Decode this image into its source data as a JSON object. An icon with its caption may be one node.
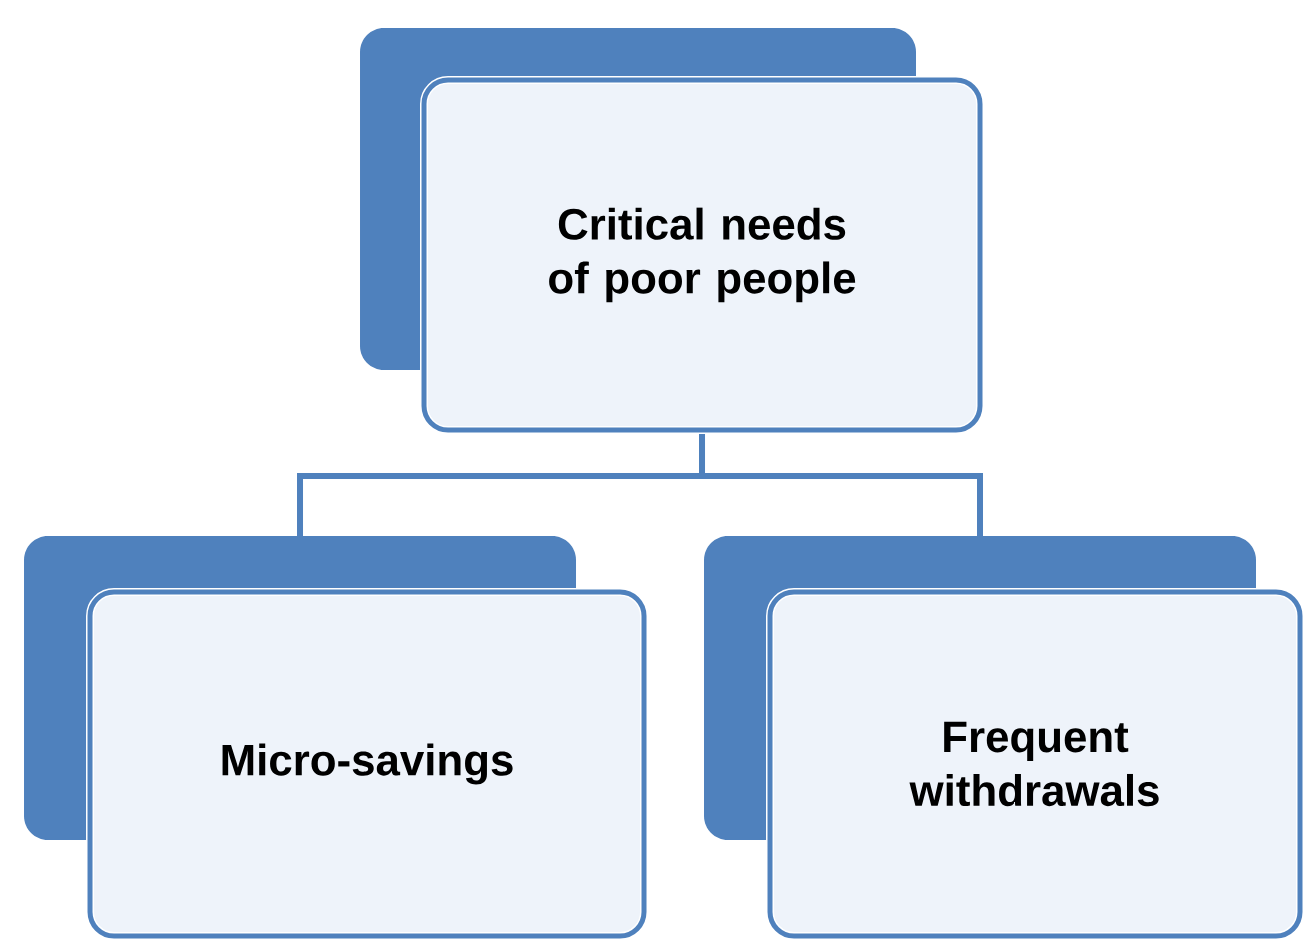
{
  "diagram": {
    "nodes": [
      {
        "text": [
          "Critical needs of poor people"
        ]
      },
      {
        "text": [
          "Micro-savings"
        ]
      },
      {
        "text": [
          "Frequent withdrawals"
        ]
      }
    ],
    "edges": [
      {
        "from": 0,
        "to": 1,
        "arrow": "none"
      },
      {
        "from": 0,
        "to": 2,
        "arrow": "none"
      }
    ]
  }
}
